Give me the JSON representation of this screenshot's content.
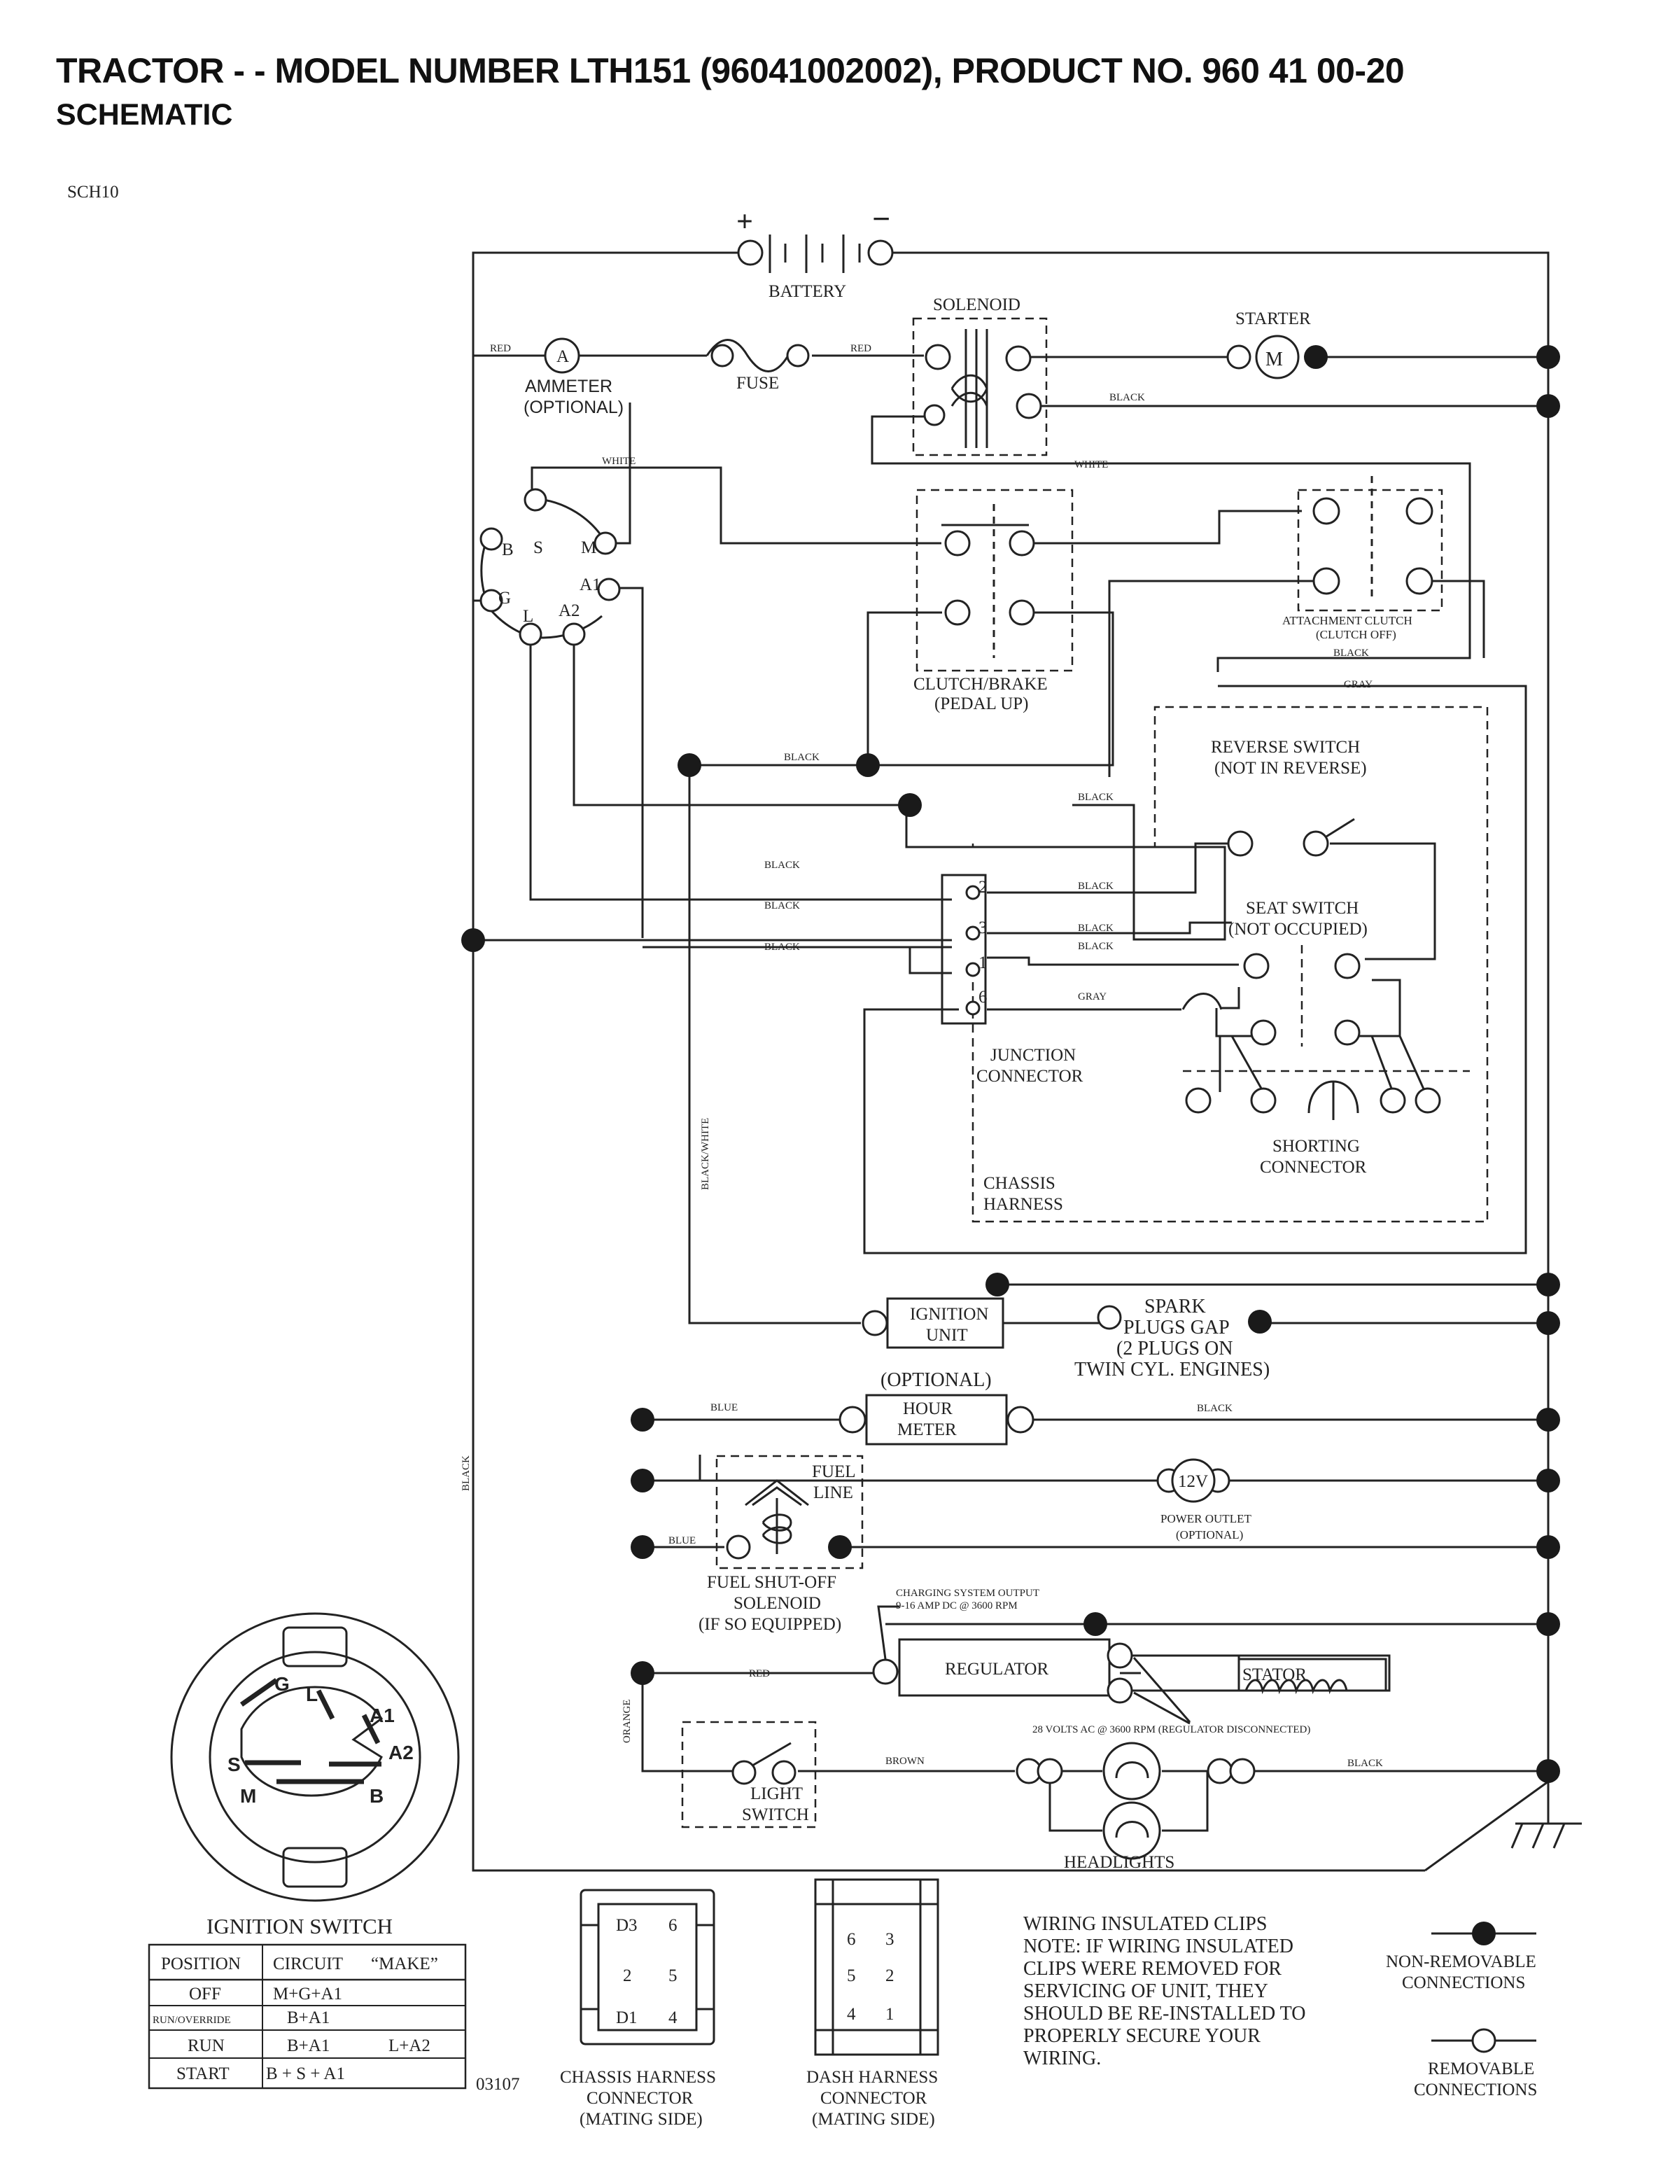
{
  "header": {
    "title": "TRACTOR - - MODEL NUMBER LTH151 (96041002002), PRODUCT NO. 960 41 00-20",
    "subtitle": "SCHEMATIC"
  },
  "doc_code": "SCH10",
  "components": {
    "battery": "BATTERY",
    "solenoid": "SOLENOID",
    "starter": "STARTER",
    "ammeter_line1": "AMMETER",
    "ammeter_line2": "(OPTIONAL)",
    "fuse": "FUSE",
    "clutch_brake_line1": "CLUTCH/BRAKE",
    "clutch_brake_line2": "(PEDAL UP)",
    "attachment_clutch_line1": "ATTACHMENT CLUTCH",
    "attachment_clutch_line2": "(CLUTCH OFF)",
    "reverse_switch_line1": "REVERSE SWITCH",
    "reverse_switch_line2": "(NOT IN REVERSE)",
    "seat_switch_line1": "SEAT SWITCH",
    "seat_switch_line2": "(NOT OCCUPIED)",
    "junction_line1": "JUNCTION",
    "junction_line2": "CONNECTOR",
    "shorting_line1": "SHORTING",
    "shorting_line2": "CONNECTOR",
    "chassis_harness_line1": "CHASSIS",
    "chassis_harness_line2": "HARNESS",
    "ignition_unit_line1": "IGNITION",
    "ignition_unit_line2": "UNIT",
    "spark_line1": "SPARK",
    "spark_line2": "PLUGS GAP",
    "spark_line3": "(2 PLUGS ON",
    "spark_line4": "TWIN CYL. ENGINES)",
    "hour_meter_optional": "(OPTIONAL)",
    "hour_meter_line1": "HOUR",
    "hour_meter_line2": "METER",
    "fuel_line_1": "FUEL",
    "fuel_line_2": "LINE",
    "power_outlet_symbol": "12V",
    "power_outlet_line1": "POWER OUTLET",
    "power_outlet_line2": "(OPTIONAL)",
    "fuel_shutoff_line1": "FUEL SHUT-OFF",
    "fuel_shutoff_line2": "SOLENOID",
    "fuel_shutoff_line3": "(IF SO EQUIPPED)",
    "charging_line1": "CHARGING SYSTEM OUTPUT",
    "charging_line2": "9-16 AMP DC @ 3600 RPM",
    "regulator": "REGULATOR",
    "stator": "STATOR",
    "stator_note": "28 VOLTS AC @ 3600 RPM (REGULATOR DISCONNECTED)",
    "light_switch_line1": "LIGHT",
    "light_switch_line2": "SWITCH",
    "headlights": "HEADLIGHTS"
  },
  "wires": {
    "red": "RED",
    "black": "BLACK",
    "white": "WHITE",
    "gray": "GRAY",
    "blue": "BLUE",
    "black_white": "BLACK/WHITE",
    "orange": "ORANGE",
    "brown": "BROWN"
  },
  "terminals": {
    "ignition_switch": [
      "S",
      "M",
      "B",
      "A1",
      "G",
      "L",
      "A2"
    ],
    "junction": [
      "2",
      "3",
      "1",
      "6"
    ],
    "ammeter_symbol": "A",
    "starter_symbol": "M"
  },
  "ignition_switch": {
    "title": "IGNITION SWITCH",
    "face_labels": [
      "G",
      "L",
      "A1",
      "S",
      "A2",
      "M",
      "B"
    ],
    "table": {
      "headers": [
        "POSITION",
        "CIRCUIT",
        "“MAKE”"
      ],
      "rows": [
        [
          "OFF",
          "M+G+A1",
          ""
        ],
        [
          "RUN/OVERRIDE",
          "B+A1",
          ""
        ],
        [
          "RUN",
          "B+A1",
          "L+A2"
        ],
        [
          "START",
          "B + S + A1",
          ""
        ]
      ]
    }
  },
  "figure_code": "03107",
  "connectors": {
    "chassis": {
      "line1": "CHASSIS HARNESS",
      "line2": "CONNECTOR",
      "line3": "(MATING SIDE)",
      "pins": [
        "D3",
        "6",
        "2",
        "5",
        "D1",
        "4"
      ]
    },
    "dash": {
      "line1": "DASH HARNESS",
      "line2": "CONNECTOR",
      "line3": "(MATING SIDE)",
      "pins": [
        "6",
        "3",
        "5",
        "2",
        "4",
        "1"
      ]
    }
  },
  "note": {
    "title": "WIRING INSULATED CLIPS",
    "lines": [
      "NOTE:  IF WIRING INSULATED",
      "CLIPS WERE REMOVED FOR",
      "SERVICING OF UNIT, THEY",
      "SHOULD BE RE-INSTALLED TO",
      "PROPERLY SECURE YOUR",
      " WIRING."
    ]
  },
  "legend": {
    "non_removable_line1": "NON-REMOVABLE",
    "non_removable_line2": "CONNECTIONS",
    "removable_line1": "REMOVABLE",
    "removable_line2": "CONNECTIONS"
  }
}
